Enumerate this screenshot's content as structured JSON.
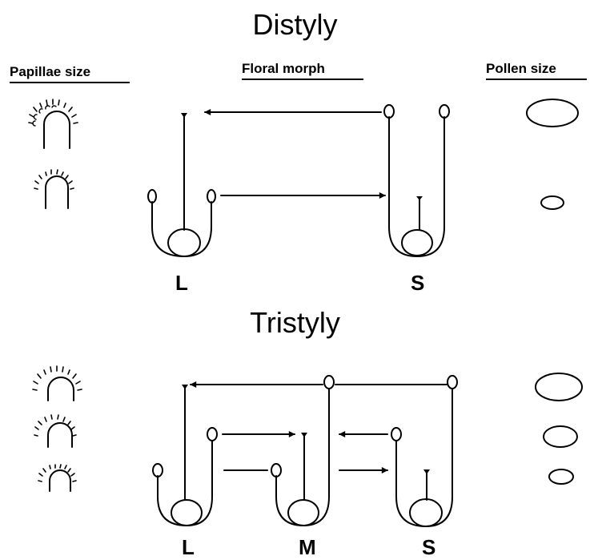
{
  "distyly": {
    "title": "Distyly",
    "headers": {
      "papillae": "Papillae size",
      "morph": "Floral morph",
      "pollen": "Pollen size"
    },
    "morph_labels": [
      "L",
      "S"
    ]
  },
  "tristyly": {
    "title": "Tristyly",
    "morph_labels": [
      "L",
      "M",
      "S"
    ]
  }
}
